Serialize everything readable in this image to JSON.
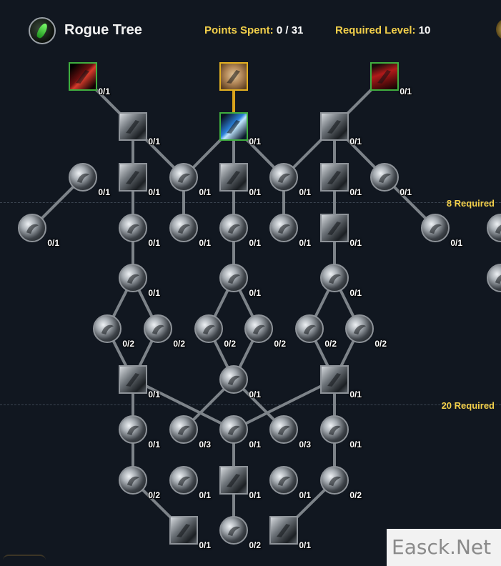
{
  "header": {
    "title": "Rogue Tree",
    "points_label": "Points Spent:",
    "points_value": "0 / 31",
    "level_label": "Required Level:",
    "level_value": "10"
  },
  "requirements": {
    "tier8": "8 Required",
    "tier20": "20 Required"
  },
  "watermark": "Easck.Net",
  "nodes": [
    {
      "id": "a1",
      "shape": "square",
      "count": "0/1",
      "icon": "blood-dagger-icon",
      "state": "active",
      "fx": "red"
    },
    {
      "id": "a2",
      "shape": "square",
      "count": "",
      "icon": "portrait-icon",
      "state": "selected",
      "fx": "face"
    },
    {
      "id": "a3",
      "shape": "square",
      "count": "0/1",
      "icon": "bloody-blade-icon",
      "state": "active",
      "fx": "red2"
    },
    {
      "id": "b1",
      "shape": "square",
      "count": "0/1",
      "icon": "shadow-claws-icon"
    },
    {
      "id": "b2",
      "shape": "square",
      "count": "0/1",
      "icon": "energy-slash-icon",
      "state": "active",
      "fx": "blue"
    },
    {
      "id": "b3",
      "shape": "square",
      "count": "0/1",
      "icon": "hooded-figure-icon"
    },
    {
      "id": "c1",
      "shape": "round",
      "count": "0/1",
      "icon": "orb-icon"
    },
    {
      "id": "c2",
      "shape": "square",
      "count": "0/1",
      "icon": "skull-icon"
    },
    {
      "id": "c3",
      "shape": "round",
      "count": "0/1",
      "icon": "coiled-creature-icon"
    },
    {
      "id": "c4",
      "shape": "square",
      "count": "0/1",
      "icon": "crossed-blades-icon"
    },
    {
      "id": "c5",
      "shape": "round",
      "count": "0/1",
      "icon": "swirl-icon"
    },
    {
      "id": "c6",
      "shape": "square",
      "count": "0/1",
      "icon": "beast-icon"
    },
    {
      "id": "c7",
      "shape": "round",
      "count": "0/1",
      "icon": "cloaked-rogue-icon"
    },
    {
      "id": "d1",
      "shape": "round",
      "count": "0/1",
      "icon": "dagger-strike-icon"
    },
    {
      "id": "d2",
      "shape": "round",
      "count": "0/1",
      "icon": "smoke-wave-icon"
    },
    {
      "id": "d3",
      "shape": "round",
      "count": "0/1",
      "icon": "pouch-icon"
    },
    {
      "id": "d4",
      "shape": "round",
      "count": "0/1",
      "icon": "thrown-knife-icon"
    },
    {
      "id": "d5",
      "shape": "round",
      "count": "0/1",
      "icon": "crowd-icon"
    },
    {
      "id": "d6",
      "shape": "square",
      "count": "0/1",
      "icon": "hooked-blade-icon"
    },
    {
      "id": "d7",
      "shape": "round",
      "count": "0/1",
      "icon": "armored-fist-icon"
    },
    {
      "id": "d8",
      "shape": "round",
      "count": "",
      "icon": "offscreen-talent-icon"
    },
    {
      "id": "e1",
      "shape": "round",
      "count": "0/1",
      "icon": "dark-slash-icon"
    },
    {
      "id": "e2",
      "shape": "round",
      "count": "0/1",
      "icon": "hourglass-icon"
    },
    {
      "id": "e3",
      "shape": "round",
      "count": "0/1",
      "icon": "crossbow-icon"
    },
    {
      "id": "e4",
      "shape": "round",
      "count": "",
      "icon": "offscreen-talent-icon"
    },
    {
      "id": "f1",
      "shape": "round",
      "count": "0/2",
      "icon": "spark-burst-icon"
    },
    {
      "id": "f2",
      "shape": "round",
      "count": "0/2",
      "icon": "eye-orb-icon"
    },
    {
      "id": "f3",
      "shape": "round",
      "count": "0/2",
      "icon": "scythe-icon"
    },
    {
      "id": "f4",
      "shape": "round",
      "count": "0/2",
      "icon": "cloak-sweep-icon"
    },
    {
      "id": "f5",
      "shape": "round",
      "count": "0/2",
      "icon": "fist-icon"
    },
    {
      "id": "f6",
      "shape": "round",
      "count": "0/2",
      "icon": "hooded-skull-icon"
    },
    {
      "id": "g1",
      "shape": "square",
      "count": "0/1",
      "icon": "grim-face-icon"
    },
    {
      "id": "g2",
      "shape": "round",
      "count": "0/1",
      "icon": "sword-icon"
    },
    {
      "id": "g3",
      "shape": "square",
      "count": "0/1",
      "icon": "screaming-skull-icon"
    },
    {
      "id": "h1",
      "shape": "round",
      "count": "0/1",
      "icon": "claw-marks-icon"
    },
    {
      "id": "h2",
      "shape": "round",
      "count": "0/3",
      "icon": "jagged-edge-icon"
    },
    {
      "id": "h3",
      "shape": "round",
      "count": "0/1",
      "icon": "chains-icon"
    },
    {
      "id": "h4",
      "shape": "round",
      "count": "0/3",
      "icon": "rolling-wave-icon"
    },
    {
      "id": "h5",
      "shape": "round",
      "count": "0/1",
      "icon": "talisman-icon"
    },
    {
      "id": "i1",
      "shape": "round",
      "count": "0/2",
      "icon": "masked-face-icon"
    },
    {
      "id": "i2",
      "shape": "round",
      "count": "0/1",
      "icon": "black-moon-icon"
    },
    {
      "id": "i3",
      "shape": "square",
      "count": "0/1",
      "icon": "triple-slash-icon"
    },
    {
      "id": "i4",
      "shape": "round",
      "count": "0/1",
      "icon": "gears-icon"
    },
    {
      "id": "i5",
      "shape": "round",
      "count": "0/2",
      "icon": "star-burst-icon"
    },
    {
      "id": "j1",
      "shape": "square",
      "count": "0/1",
      "icon": "mug-icon"
    },
    {
      "id": "j2",
      "shape": "round",
      "count": "0/2",
      "icon": "feather-sweep-icon"
    },
    {
      "id": "j3",
      "shape": "square",
      "count": "0/1",
      "icon": "serpent-icon"
    }
  ]
}
